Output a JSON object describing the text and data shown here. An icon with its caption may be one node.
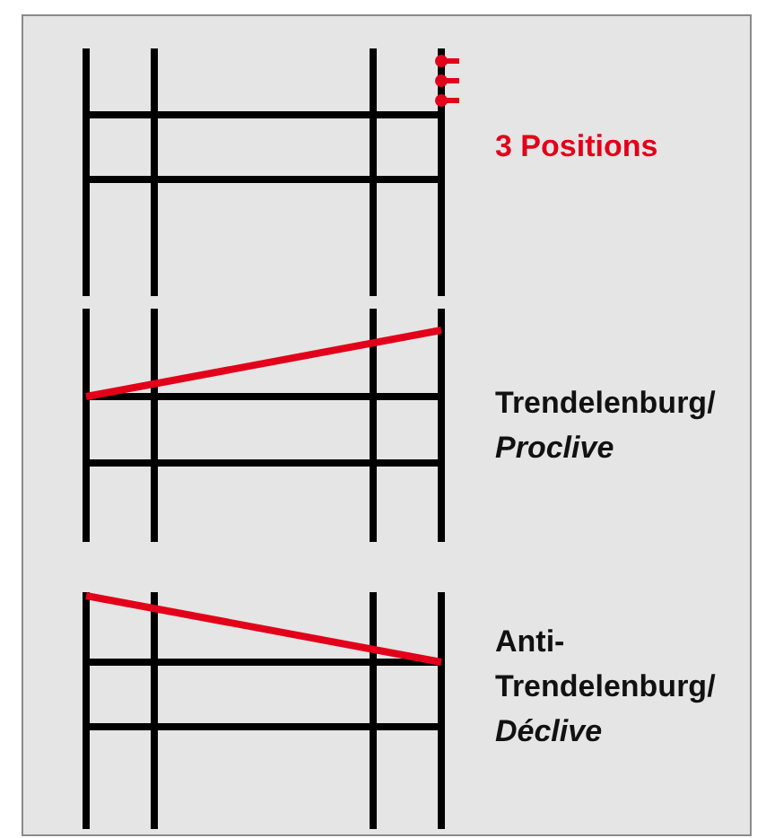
{
  "diagram": {
    "labels": [
      "3 Positions",
      "Trendelenburg/ *Proclive*",
      "Anti-Trendelenburg/ *Déclive*"
    ]
  }
}
